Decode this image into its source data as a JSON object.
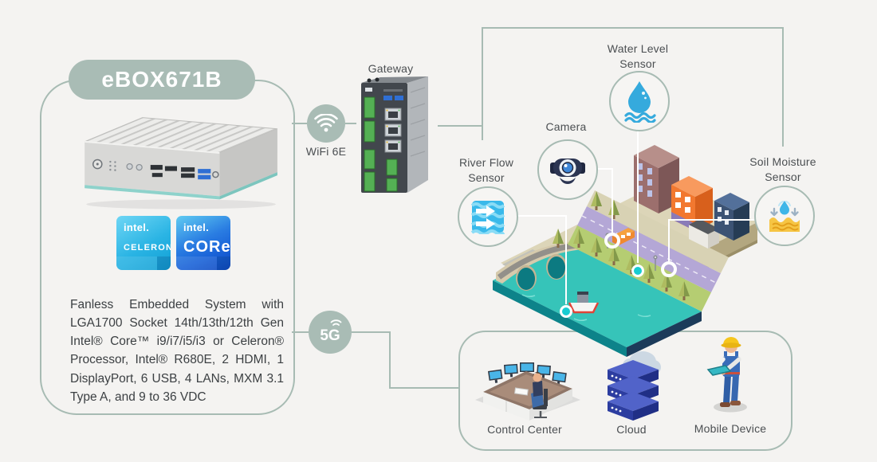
{
  "colors": {
    "background": "#f4f3f1",
    "accent_sage": "#a9bcb5",
    "connector_line": "#a7bbb3",
    "label_text": "#4b4f52",
    "body_text": "#3c4043",
    "icon_blue": "#3bb1e2",
    "water_teal": "#36c4b9",
    "marker_teal": "#17ccd2",
    "intel_celeron_blue": "#2ab4e4",
    "intel_core_blue": "#1a63d8"
  },
  "product_panel": {
    "title": "eBOX671B",
    "badges": [
      {
        "brand": "intel.",
        "name": "CELERON"
      },
      {
        "brand": "intel.",
        "name": "CORe"
      }
    ],
    "description": "Fanless Embedded System with LGA1700 Socket 14th/13th/12th Gen Intel® Core™ i9/i7/i5/i3 or Celeron® Processor, Intel® R680E, 2 HDMI, 1 DisplayPort, 6 USB, 4 LANs, MXM 3.1 Type A, and 9 to 36 VDC"
  },
  "network": {
    "gateway_label": "Gateway",
    "wifi_label": "WiFi 6E",
    "fiveg_label": "5G"
  },
  "sensors": {
    "water_level": {
      "label": "Water Level\nSensor",
      "icon": "water-drop-waves-icon"
    },
    "camera": {
      "label": "Camera",
      "icon": "webcam-icon"
    },
    "river_flow": {
      "label": "River Flow\nSensor",
      "icon": "river-flow-arrows-icon"
    },
    "soil_moisture": {
      "label": "Soil Moisture\nSensor",
      "icon": "soil-moisture-icon"
    }
  },
  "endpoints": {
    "control_center": {
      "label": "Control Center"
    },
    "cloud": {
      "label": "Cloud"
    },
    "mobile_device": {
      "label": "Mobile Device"
    }
  }
}
